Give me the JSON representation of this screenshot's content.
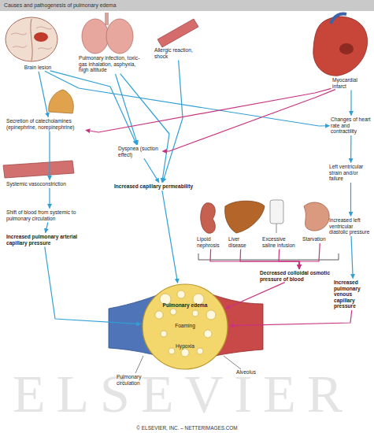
{
  "diagram": {
    "title": "Causes and pathogenesis of pulmonary edema",
    "caption": "© ELSEVIER, INC. – NETTERIMAGES.COM",
    "nodes": [
      {
        "text": [
          "Brain lesion"
        ]
      },
      {
        "text": [
          "Pulmonary infection, toxic-gas inhalation, asphyxia, high altitude"
        ]
      },
      {
        "text": [
          "Allergic reaction, shock"
        ]
      },
      {
        "text": [
          "Myocardial infarct"
        ]
      },
      {
        "text": [
          "Secretion of catecholamines (epinephrine, norepinephrine)"
        ]
      },
      {
        "text": [
          "Dyspnea (suction effect)"
        ]
      },
      {
        "text": [
          "Changes of heart rate and contractility"
        ]
      },
      {
        "text": [
          "Systemic vasoconstriction"
        ]
      },
      {
        "text": [
          "Left ventricular strain and/or failure"
        ]
      },
      {
        "text": [
          "Increased capillary permeability"
        ]
      },
      {
        "text": [
          "Lipoid nephrosis"
        ]
      },
      {
        "text": [
          "Liver disease"
        ]
      },
      {
        "text": [
          "Excessive saline infusion"
        ]
      },
      {
        "text": [
          "Starvation"
        ]
      },
      {
        "text": [
          "Shift of blood from systemic to pulmonary circulation"
        ]
      },
      {
        "text": [
          "Increased left ventricular diastolic pressure"
        ]
      },
      {
        "text": [
          "Decreased colloidal osmotic pressure of blood"
        ]
      },
      {
        "text": [
          "Increased pulmonary arterial capillary pressure"
        ]
      },
      {
        "text": [
          "Increased pulmonary venous capillary pressure"
        ]
      },
      {
        "text": [
          "Pulmonary edema",
          "Foaming",
          "Hypoxia"
        ]
      }
    ],
    "edges": [
      {
        "from": 0,
        "to": 4,
        "arrow": "to"
      },
      {
        "from": 0,
        "to": 5,
        "arrow": "to"
      },
      {
        "from": 0,
        "to": 6,
        "arrow": "to"
      },
      {
        "from": 1,
        "to": 5,
        "arrow": "to"
      },
      {
        "from": 1,
        "to": 9,
        "arrow": "to"
      },
      {
        "from": 2,
        "to": 9,
        "arrow": "to"
      },
      {
        "from": 3,
        "to": 6,
        "arrow": "to"
      },
      {
        "from": 3,
        "to": 4,
        "arrow": "to"
      },
      {
        "from": 3,
        "to": 5,
        "arrow": "to"
      },
      {
        "from": 4,
        "to": 7,
        "arrow": "to"
      },
      {
        "from": 7,
        "to": 14,
        "arrow": "to"
      },
      {
        "from": 14,
        "to": 17,
        "arrow": "to"
      },
      {
        "from": 6,
        "to": 8,
        "arrow": "to"
      },
      {
        "from": 8,
        "to": 15,
        "arrow": "to"
      },
      {
        "from": 15,
        "to": 18,
        "arrow": "to"
      },
      {
        "from": 10,
        "to": 16,
        "arrow": "to"
      },
      {
        "from": 11,
        "to": 16,
        "arrow": "to"
      },
      {
        "from": 12,
        "to": 16,
        "arrow": "to"
      },
      {
        "from": 13,
        "to": 16,
        "arrow": "to"
      },
      {
        "from": 5,
        "to": 9,
        "arrow": "to"
      },
      {
        "from": 9,
        "to": 19,
        "arrow": "to"
      },
      {
        "from": 17,
        "to": 19,
        "arrow": "to"
      },
      {
        "from": 16,
        "to": 19,
        "arrow": "to"
      },
      {
        "from": 18,
        "to": 19,
        "arrow": "to"
      }
    ],
    "labels": [
      "Pulmonary circulation",
      "Alveolus",
      "ELSEVIER"
    ]
  }
}
